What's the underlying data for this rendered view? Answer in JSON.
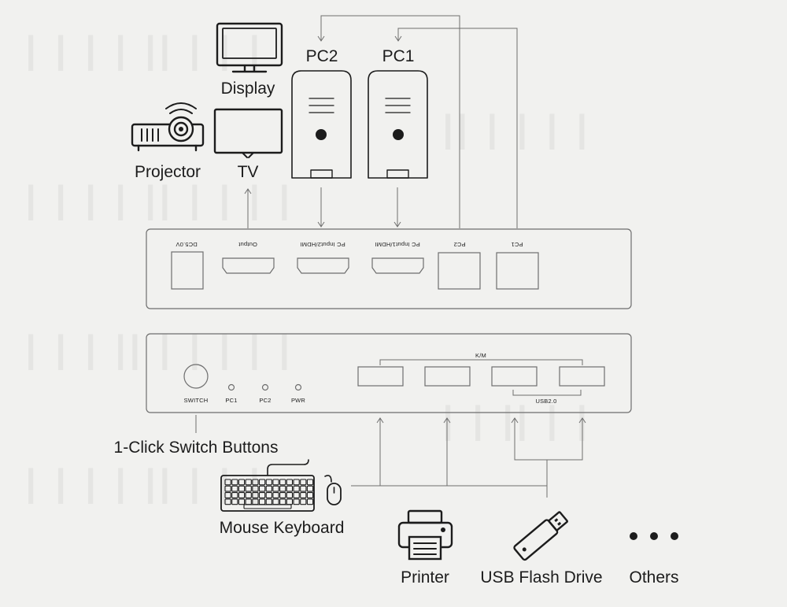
{
  "devices": {
    "display": "Display",
    "tv": "TV",
    "projector": "Projector",
    "pc2": "PC2",
    "pc1": "PC1",
    "mouse_keyboard": "Mouse Keyboard",
    "printer": "Printer",
    "usb_flash_drive": "USB Flash Drive",
    "others": "Others"
  },
  "rear_panel": {
    "ports": [
      "DC5.0V",
      "Output",
      "PC Input2/HDMI",
      "PC Input1/HDMI",
      "PC2",
      "PC1"
    ]
  },
  "front_panel": {
    "switch": "SWITCH",
    "leds": [
      "PC1",
      "PC2",
      "PWR"
    ],
    "km_label": "K/M",
    "usb_label": "USB2.0"
  },
  "callouts": {
    "switch_buttons": "1-Click Switch Buttons"
  }
}
